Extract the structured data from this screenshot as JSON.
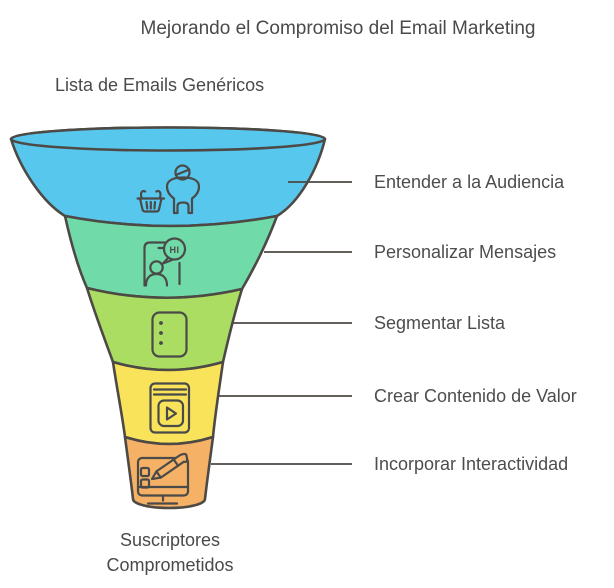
{
  "title": "Mejorando el Compromiso del Email Marketing",
  "funnel": {
    "top_label": "Lista de Emails Genéricos",
    "bottom_label_lines": [
      "Suscriptores",
      "Comprometidos"
    ],
    "bubble_text": "HI",
    "stages": [
      {
        "label": "Entender a la Audiencia",
        "color": "#58c7ee",
        "icon": "audience-shopper-icon"
      },
      {
        "label": "Personalizar Mensajes",
        "color": "#70dba8",
        "icon": "personalized-message-icon"
      },
      {
        "label": "Segmentar Lista",
        "color": "#aadd61",
        "icon": "segmented-list-icon"
      },
      {
        "label": "Crear Contenido de Valor",
        "color": "#f8e35b",
        "icon": "valuable-content-icon"
      },
      {
        "label": "Incorporar Interactividad",
        "color": "#f5b166",
        "icon": "interactive-screen-icon"
      }
    ],
    "colors": {
      "outline": "#4d4945",
      "icon_stroke": "#4a4a48",
      "text": "#4a4a4a"
    }
  }
}
